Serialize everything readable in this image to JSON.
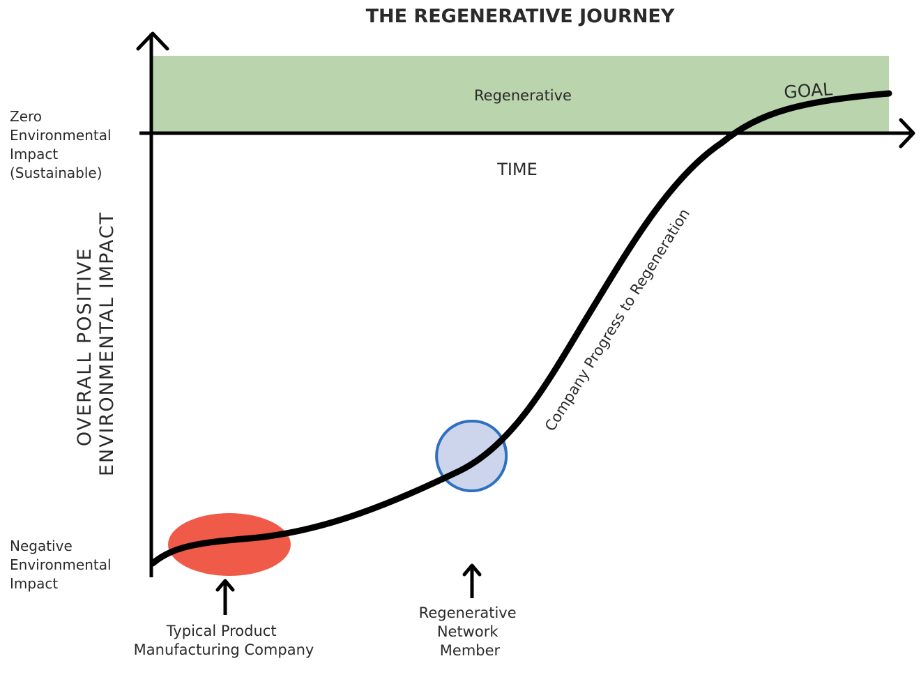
{
  "title": "THE REGENERATIVE JOURNEY",
  "y_axis": {
    "label_line1": "OVERALL POSITIVE",
    "label_line2": "ENVIRONMENTAL IMPACT"
  },
  "x_axis": {
    "label": "TIME"
  },
  "levels": {
    "zero": [
      "Zero",
      "Environmental",
      "Impact",
      "(Sustainable)"
    ],
    "negative": [
      "Negative",
      "Environmental",
      "Impact"
    ]
  },
  "regenerative_band": {
    "label": "Regenerative",
    "color": "#bad4ad"
  },
  "curve": {
    "label": "Company Progress to Regeneration",
    "goal_label": "GOAL",
    "color": "#000000"
  },
  "markers": {
    "typical": {
      "lines": [
        "Typical Product",
        "Manufacturing Company"
      ],
      "color": "#f05a48"
    },
    "network": {
      "lines": [
        "Regenerative",
        "Network",
        "Member"
      ],
      "fill_color": "#cdd5ec",
      "ring_color": "#2d6fc0"
    }
  }
}
